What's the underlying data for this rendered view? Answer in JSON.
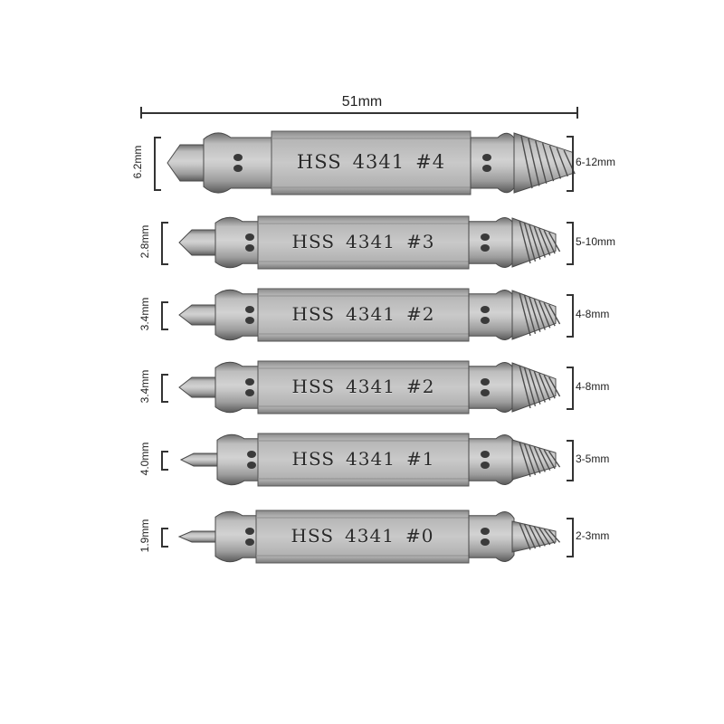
{
  "overall_length_label": "51mm",
  "colors": {
    "steel_light": "#c7c7c7",
    "steel_mid": "#9a9a9a",
    "steel_dark": "#555555",
    "dimension_line": "#333333",
    "background": "#ffffff"
  },
  "bits": [
    {
      "engraving": [
        "HSS",
        "4341",
        "#4"
      ],
      "drill_size": "6.2mm",
      "extractor_range": "6-12mm"
    },
    {
      "engraving": [
        "HSS",
        "4341",
        "#3"
      ],
      "drill_size": "2.8mm",
      "extractor_range": "5-10mm"
    },
    {
      "engraving": [
        "HSS",
        "4341",
        "#2"
      ],
      "drill_size": "3.4mm",
      "extractor_range": "4-8mm"
    },
    {
      "engraving": [
        "HSS",
        "4341",
        "#2"
      ],
      "drill_size": "3.4mm",
      "extractor_range": "4-8mm"
    },
    {
      "engraving": [
        "HSS",
        "4341",
        "#1"
      ],
      "drill_size": "4.0mm",
      "extractor_range": "3-5mm"
    },
    {
      "engraving": [
        "HSS",
        "4341",
        "#0"
      ],
      "drill_size": "1.9mm",
      "extractor_range": "2-3mm"
    }
  ]
}
